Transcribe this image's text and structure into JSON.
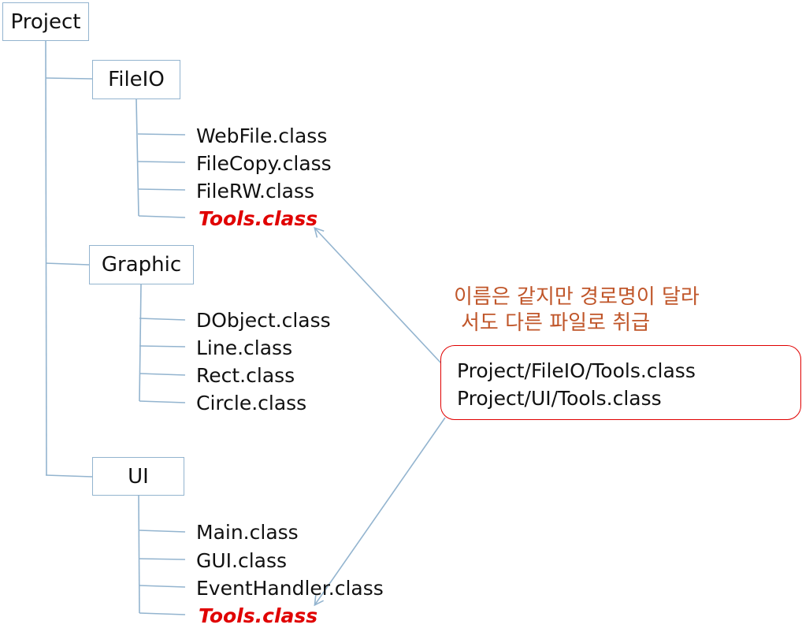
{
  "tree": {
    "root": "Project",
    "folders": [
      {
        "name": "FileIO",
        "files": [
          {
            "name": "WebFile.class",
            "highlight": false
          },
          {
            "name": "FileCopy.class",
            "highlight": false
          },
          {
            "name": "FileRW.class",
            "highlight": false
          },
          {
            "name": "Tools.class",
            "highlight": true
          }
        ]
      },
      {
        "name": "Graphic",
        "files": [
          {
            "name": "DObject.class",
            "highlight": false
          },
          {
            "name": "Line.class",
            "highlight": false
          },
          {
            "name": "Rect.class",
            "highlight": false
          },
          {
            "name": "Circle.class",
            "highlight": false
          }
        ]
      },
      {
        "name": "UI",
        "files": [
          {
            "name": "Main.class",
            "highlight": false
          },
          {
            "name": "GUI.class",
            "highlight": false
          },
          {
            "name": "EventHandler.class",
            "highlight": false
          },
          {
            "name": "Tools.class",
            "highlight": true
          }
        ]
      }
    ]
  },
  "annotation": {
    "note_line1": "이름은 같지만 경로명이 달라",
    "note_line2": "서도 다른 파일로 취급",
    "paths": [
      "Project/FileIO/Tools.class",
      "Project/UI/Tools.class"
    ]
  },
  "colors": {
    "line": "#93b4cf",
    "highlight": "#e00000",
    "note": "#c0562a"
  }
}
